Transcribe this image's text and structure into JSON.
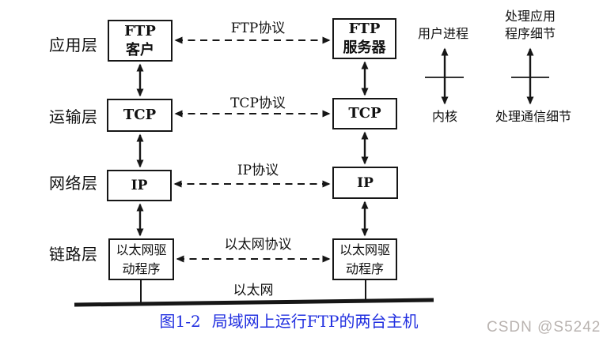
{
  "figure": {
    "layers": [
      "应用层",
      "运输层",
      "网络层",
      "链路层"
    ],
    "hosts": {
      "left": [
        {
          "line1": "FTP",
          "line2": "客户"
        },
        {
          "line1": "TCP"
        },
        {
          "line1": "IP"
        },
        {
          "line1": "以太网驱",
          "line2": "动程序"
        }
      ],
      "right": [
        {
          "line1": "FTP",
          "line2": "服务器"
        },
        {
          "line1": "TCP"
        },
        {
          "line1": "IP"
        },
        {
          "line1": "以太网驱",
          "line2": "动程序"
        }
      ]
    },
    "protocol_labels": [
      "FTP协议",
      "TCP协议",
      "IP协议",
      "以太网协议"
    ],
    "ethernet_label": "以太网",
    "annotations": {
      "user_process": "用户进程",
      "kernel": "内核",
      "app_details_line1": "处理应用",
      "app_details_line2": "程序细节",
      "comm_details": "处理通信细节"
    },
    "caption": {
      "number": "图1-2",
      "title": "局域网上运行FTP的两台主机"
    },
    "watermark": "CSDN @S5242",
    "colors": {
      "caption_blue": "#2230e0",
      "watermark_gray": "#b9b3b0",
      "diagram_black": "#161616"
    }
  }
}
